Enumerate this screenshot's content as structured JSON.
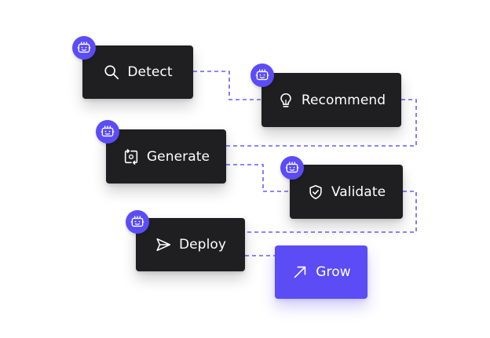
{
  "colors": {
    "card_background": "#1f1f22",
    "accent": "#5b4cf5",
    "connector": "#6a5cff",
    "text": "#ffffff"
  },
  "steps": [
    {
      "label": "Detect",
      "icon": "search-icon",
      "has_robot_badge": true
    },
    {
      "label": "Recommend",
      "icon": "lightbulb-icon",
      "has_robot_badge": true
    },
    {
      "label": "Generate",
      "icon": "regenerate-icon",
      "has_robot_badge": true
    },
    {
      "label": "Validate",
      "icon": "shield-check-icon",
      "has_robot_badge": true
    },
    {
      "label": "Deploy",
      "icon": "send-icon",
      "has_robot_badge": true
    },
    {
      "label": "Grow",
      "icon": "arrow-up-right-icon",
      "has_robot_badge": false
    }
  ],
  "badge_icon": "robot-icon"
}
